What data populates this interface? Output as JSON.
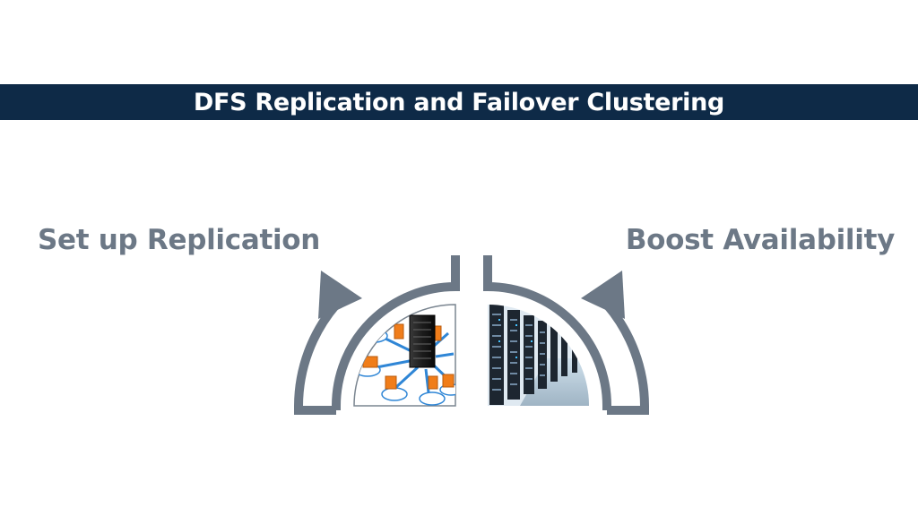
{
  "header": {
    "title": "DFS Replication and Failover Clustering"
  },
  "labels": {
    "left": "Set up Replication",
    "right": "Boost Availability"
  },
  "icons": {
    "left_arrow": "curved-arrow-icon",
    "right_arrow": "curved-arrow-icon",
    "replication": "file-replication-icon",
    "datacenter": "server-racks-icon"
  },
  "colors": {
    "banner": "#0e2a47",
    "arrow": "#6c7886",
    "accent": "#f07d1a",
    "link": "#2f86d6"
  }
}
